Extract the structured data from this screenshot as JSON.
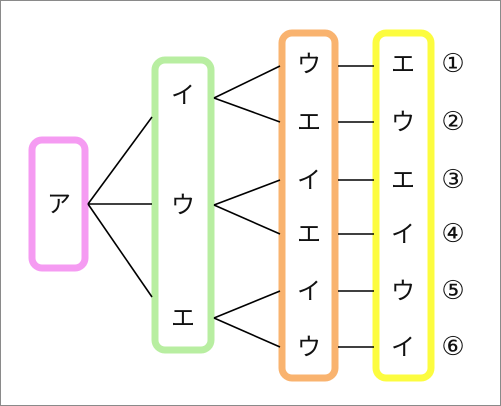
{
  "colors": {
    "col1": "#f59bf2",
    "col2": "#b8eea1",
    "col3": "#f9b36f",
    "col4": "#fcfc3f"
  },
  "diagram": {
    "root": "ア",
    "level2": [
      "イ",
      "ウ",
      "エ"
    ],
    "level3": [
      "ウ",
      "エ",
      "イ",
      "エ",
      "イ",
      "ウ"
    ],
    "level4": [
      "エ",
      "ウ",
      "エ",
      "イ",
      "ウ",
      "イ"
    ],
    "numbers": [
      "①",
      "②",
      "③",
      "④",
      "⑤",
      "⑥"
    ]
  }
}
